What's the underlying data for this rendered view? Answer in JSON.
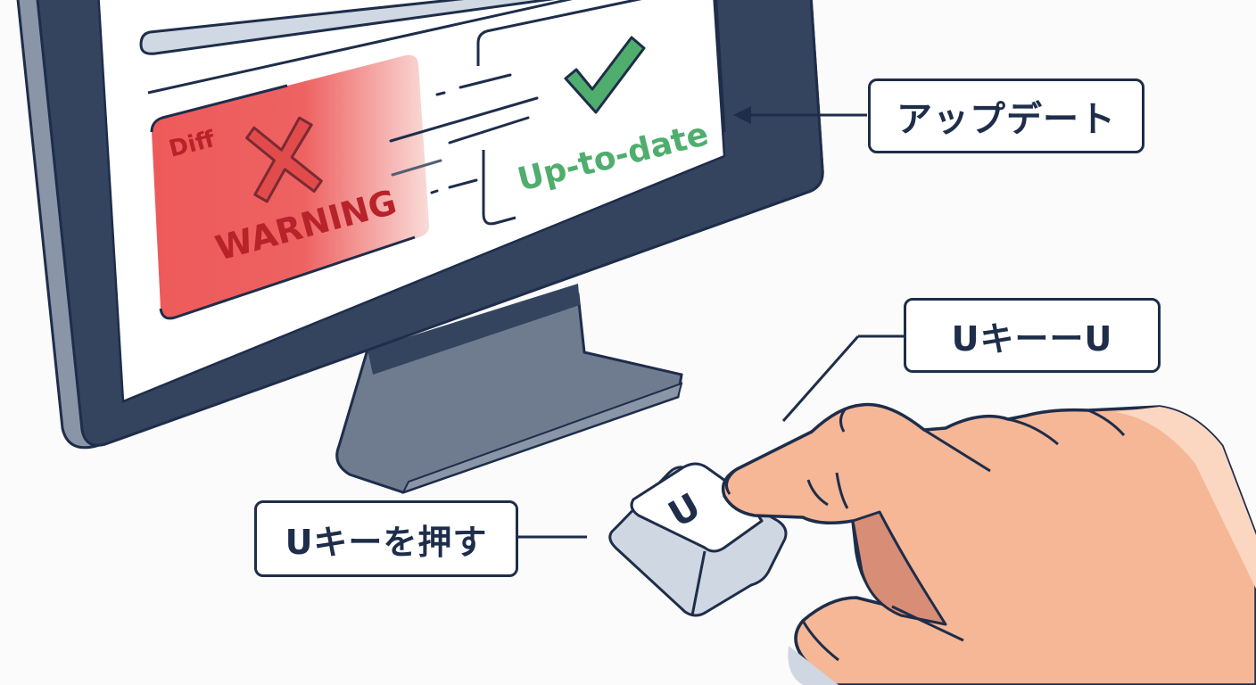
{
  "screen": {
    "warning_panel": {
      "tag": "Diff",
      "label": "WARNING",
      "icon": "x-mark-icon"
    },
    "status_panel": {
      "label": "Up-to-date",
      "icon": "checkmark-icon"
    }
  },
  "callouts": {
    "update": "アップデート",
    "key_name": "UキーーU",
    "press_key": "Uキーを押す"
  },
  "keycap": {
    "letter": "U"
  },
  "colors": {
    "outline": "#1e2d4a",
    "monitor_frame": "#34445f",
    "stand": "#6f7b8f",
    "warning_red": "#ee5d5d",
    "warning_text": "#b8232a",
    "success_green": "#4fae6d",
    "skin": "#f5b796",
    "keycap_side": "#cfd7e2",
    "background": "#fbfbfb"
  }
}
